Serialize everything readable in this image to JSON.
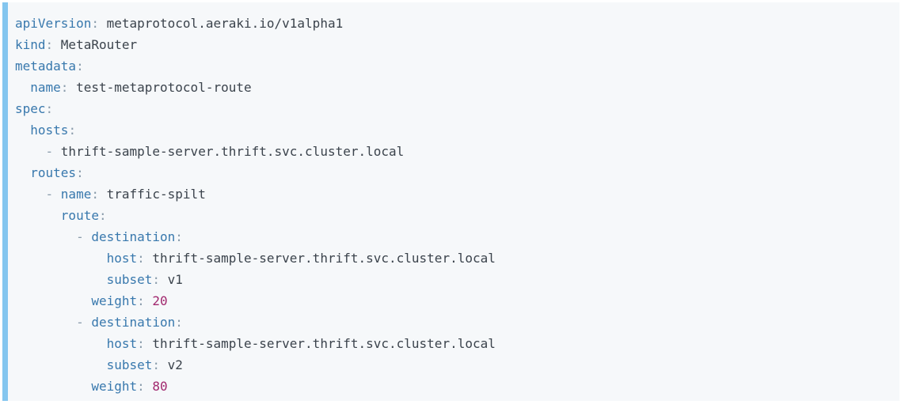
{
  "code_block": {
    "colors": {
      "background": "#f6f8fa",
      "accent_bar": "#84c6ef",
      "key": "#3878ad",
      "punctuation": "#8a9cab",
      "string": "#3b434c",
      "number": "#a1286e"
    },
    "lines": [
      {
        "indent": 0,
        "tokens": [
          {
            "c": "key",
            "t": "apiVersion"
          },
          {
            "c": "punc",
            "t": ": "
          },
          {
            "c": "str",
            "t": "metaprotocol.aeraki.io/v1alpha1"
          }
        ]
      },
      {
        "indent": 0,
        "tokens": [
          {
            "c": "key",
            "t": "kind"
          },
          {
            "c": "punc",
            "t": ": "
          },
          {
            "c": "str",
            "t": "MetaRouter"
          }
        ]
      },
      {
        "indent": 0,
        "tokens": [
          {
            "c": "key",
            "t": "metadata"
          },
          {
            "c": "punc",
            "t": ":"
          }
        ]
      },
      {
        "indent": 2,
        "tokens": [
          {
            "c": "key",
            "t": "name"
          },
          {
            "c": "punc",
            "t": ": "
          },
          {
            "c": "str",
            "t": "test-metaprotocol-route"
          }
        ]
      },
      {
        "indent": 0,
        "tokens": [
          {
            "c": "key",
            "t": "spec"
          },
          {
            "c": "punc",
            "t": ":"
          }
        ]
      },
      {
        "indent": 2,
        "tokens": [
          {
            "c": "key",
            "t": "hosts"
          },
          {
            "c": "punc",
            "t": ":"
          }
        ]
      },
      {
        "indent": 4,
        "tokens": [
          {
            "c": "punc",
            "t": "- "
          },
          {
            "c": "str",
            "t": "thrift-sample-server.thrift.svc.cluster.local"
          }
        ]
      },
      {
        "indent": 2,
        "tokens": [
          {
            "c": "key",
            "t": "routes"
          },
          {
            "c": "punc",
            "t": ":"
          }
        ]
      },
      {
        "indent": 4,
        "tokens": [
          {
            "c": "punc",
            "t": "- "
          },
          {
            "c": "key",
            "t": "name"
          },
          {
            "c": "punc",
            "t": ": "
          },
          {
            "c": "str",
            "t": "traffic-spilt"
          }
        ]
      },
      {
        "indent": 6,
        "tokens": [
          {
            "c": "key",
            "t": "route"
          },
          {
            "c": "punc",
            "t": ":"
          }
        ]
      },
      {
        "indent": 8,
        "tokens": [
          {
            "c": "punc",
            "t": "- "
          },
          {
            "c": "key",
            "t": "destination"
          },
          {
            "c": "punc",
            "t": ":"
          }
        ]
      },
      {
        "indent": 12,
        "tokens": [
          {
            "c": "key",
            "t": "host"
          },
          {
            "c": "punc",
            "t": ": "
          },
          {
            "c": "str",
            "t": "thrift-sample-server.thrift.svc.cluster.local"
          }
        ]
      },
      {
        "indent": 12,
        "tokens": [
          {
            "c": "key",
            "t": "subset"
          },
          {
            "c": "punc",
            "t": ": "
          },
          {
            "c": "str",
            "t": "v1"
          }
        ]
      },
      {
        "indent": 10,
        "tokens": [
          {
            "c": "key",
            "t": "weight"
          },
          {
            "c": "punc",
            "t": ": "
          },
          {
            "c": "num",
            "t": "20"
          }
        ]
      },
      {
        "indent": 8,
        "tokens": [
          {
            "c": "punc",
            "t": "- "
          },
          {
            "c": "key",
            "t": "destination"
          },
          {
            "c": "punc",
            "t": ":"
          }
        ]
      },
      {
        "indent": 12,
        "tokens": [
          {
            "c": "key",
            "t": "host"
          },
          {
            "c": "punc",
            "t": ": "
          },
          {
            "c": "str",
            "t": "thrift-sample-server.thrift.svc.cluster.local"
          }
        ]
      },
      {
        "indent": 12,
        "tokens": [
          {
            "c": "key",
            "t": "subset"
          },
          {
            "c": "punc",
            "t": ": "
          },
          {
            "c": "str",
            "t": "v2"
          }
        ]
      },
      {
        "indent": 10,
        "tokens": [
          {
            "c": "key",
            "t": "weight"
          },
          {
            "c": "punc",
            "t": ": "
          },
          {
            "c": "num",
            "t": "80"
          }
        ]
      }
    ]
  }
}
